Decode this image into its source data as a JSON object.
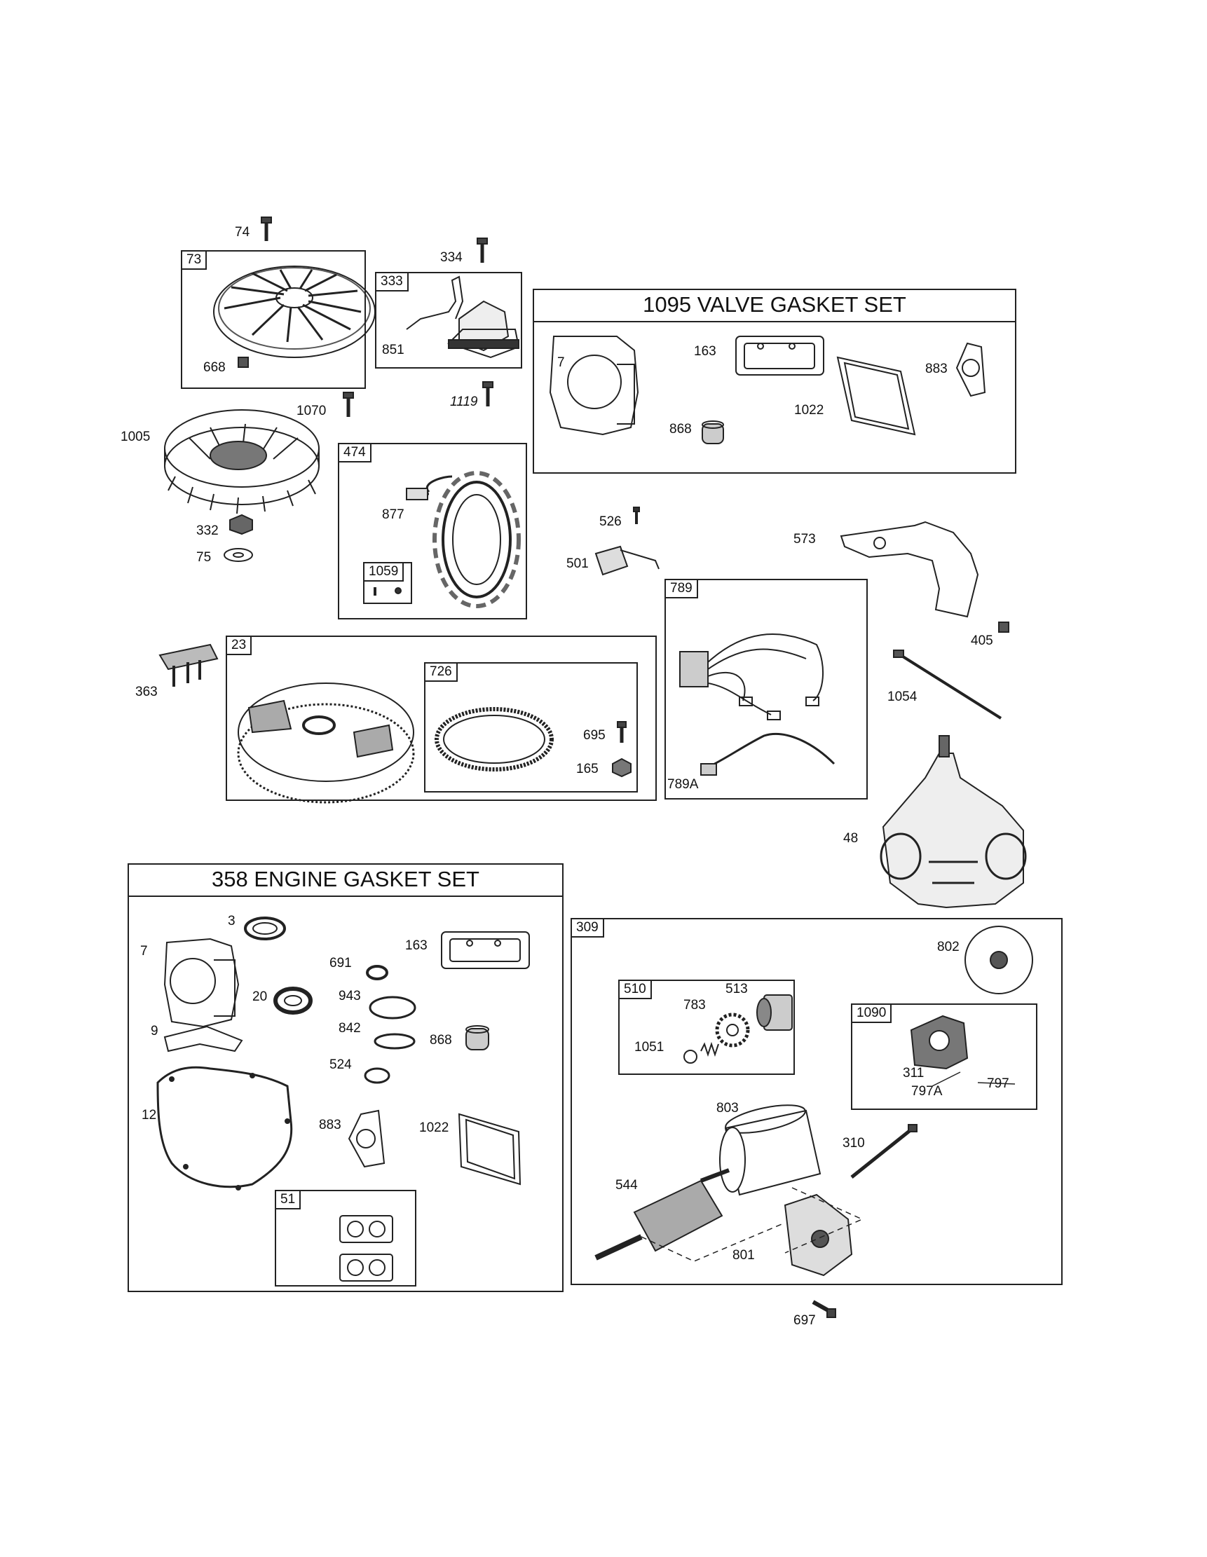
{
  "boxes": {
    "b73": "73",
    "b333": "333",
    "b474": "474",
    "b1059": "1059",
    "b23": "23",
    "b726": "726",
    "b789": "789",
    "b309": "309",
    "b510": "510",
    "b1090": "1090",
    "b51": "51"
  },
  "titles": {
    "valve_gasket_set": "1095 VALVE GASKET SET",
    "engine_gasket_set": "358 ENGINE GASKET SET"
  },
  "callouts": {
    "c74": "74",
    "c668": "668",
    "c334": "334",
    "c851": "851",
    "c1119": "1119",
    "c1070": "1070",
    "c1005": "1005",
    "c332": "332",
    "c75": "75",
    "c877": "877",
    "c7a": "7",
    "c163a": "163",
    "c868a": "868",
    "c1022a": "1022",
    "c883a": "883",
    "c526": "526",
    "c501": "501",
    "c573": "573",
    "c405": "405",
    "c363": "363",
    "c695": "695",
    "c165": "165",
    "c789a": "789A",
    "c1054": "1054",
    "c48": "48",
    "c3": "3",
    "c7b": "7",
    "c691": "691",
    "c163b": "163",
    "c20": "20",
    "c943": "943",
    "c9": "9",
    "c842": "842",
    "c868b": "868",
    "c524": "524",
    "c12": "12",
    "c883b": "883",
    "c1022b": "1022",
    "c802": "802",
    "c783": "783",
    "c513": "513",
    "c1051": "1051",
    "c311": "311",
    "c797a": "797A",
    "c797": "797",
    "c803": "803",
    "c310": "310",
    "c544": "544",
    "c801": "801",
    "c697": "697"
  }
}
